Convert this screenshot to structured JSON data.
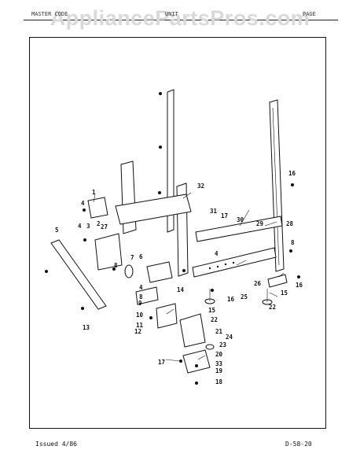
{
  "watermark": "AppliancePartsPros.com",
  "header": {
    "left": "MASTER CODE",
    "center": "UNIT",
    "right": "PAGE"
  },
  "footer": {
    "issued": "Issued 4/86",
    "page_code": "D-58-20"
  },
  "callouts": [
    {
      "id": "c1",
      "text": "1"
    },
    {
      "id": "c2",
      "text": "2"
    },
    {
      "id": "c3",
      "text": "3"
    },
    {
      "id": "c4a",
      "text": "4"
    },
    {
      "id": "c4b",
      "text": "4"
    },
    {
      "id": "c4c",
      "text": "4"
    },
    {
      "id": "c4d",
      "text": "4"
    },
    {
      "id": "c5",
      "text": "5"
    },
    {
      "id": "c6",
      "text": "6"
    },
    {
      "id": "c7",
      "text": "7"
    },
    {
      "id": "c8a",
      "text": "8"
    },
    {
      "id": "c8b",
      "text": "8"
    },
    {
      "id": "c8c",
      "text": "8"
    },
    {
      "id": "c9",
      "text": "9"
    },
    {
      "id": "c10",
      "text": "10"
    },
    {
      "id": "c11",
      "text": "11"
    },
    {
      "id": "c12",
      "text": "12"
    },
    {
      "id": "c13",
      "text": "13"
    },
    {
      "id": "c14",
      "text": "14"
    },
    {
      "id": "c15a",
      "text": "15"
    },
    {
      "id": "c15b",
      "text": "15"
    },
    {
      "id": "c16a",
      "text": "16"
    },
    {
      "id": "c16b",
      "text": "16"
    },
    {
      "id": "c16c",
      "text": "16"
    },
    {
      "id": "c17a",
      "text": "17"
    },
    {
      "id": "c17b",
      "text": "17"
    },
    {
      "id": "c18",
      "text": "18"
    },
    {
      "id": "c19",
      "text": "19"
    },
    {
      "id": "c20",
      "text": "20"
    },
    {
      "id": "c21",
      "text": "21"
    },
    {
      "id": "c22a",
      "text": "22"
    },
    {
      "id": "c22b",
      "text": "22"
    },
    {
      "id": "c23",
      "text": "23"
    },
    {
      "id": "c24",
      "text": "24"
    },
    {
      "id": "c25",
      "text": "25"
    },
    {
      "id": "c26",
      "text": "26"
    },
    {
      "id": "c27",
      "text": "27"
    },
    {
      "id": "c28",
      "text": "28"
    },
    {
      "id": "c29",
      "text": "29"
    },
    {
      "id": "c30",
      "text": "30"
    },
    {
      "id": "c31",
      "text": "31"
    },
    {
      "id": "c32",
      "text": "32"
    },
    {
      "id": "c33",
      "text": "33"
    }
  ]
}
